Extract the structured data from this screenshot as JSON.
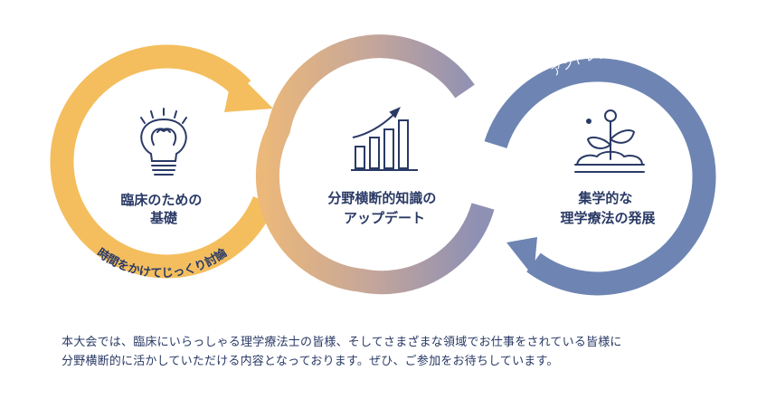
{
  "colors": {
    "orange": "#F4BE5E",
    "mid_orange": "#E8B880",
    "mauve": "#A796A6",
    "blue": "#6E85B3",
    "navy": "#2A3A66",
    "white": "#FFFFFF"
  },
  "circles": [
    {
      "icon": "lightbulb-icon",
      "title_lines": [
        "臨床のための",
        "基礎"
      ],
      "arc_label": "時間をかけてじっくり討論"
    },
    {
      "icon": "growth-bar-chart-icon",
      "title_lines": [
        "分野横断的知識の",
        "アップデート"
      ]
    },
    {
      "icon": "sprouting-plant-icon",
      "title_lines": [
        "集学的な",
        "理学療法の発展"
      ],
      "arc_label": "アントレプレナーシップ"
    }
  ],
  "description": {
    "line1": "本大会では、臨床にいらっしゃる理学療法士の皆様、そしてさまざまな領域でお仕事をされている皆様に",
    "line2": "分野横断的に活かしていただける内容となっております。ぜひ、ご参加をお待ちしています。"
  }
}
